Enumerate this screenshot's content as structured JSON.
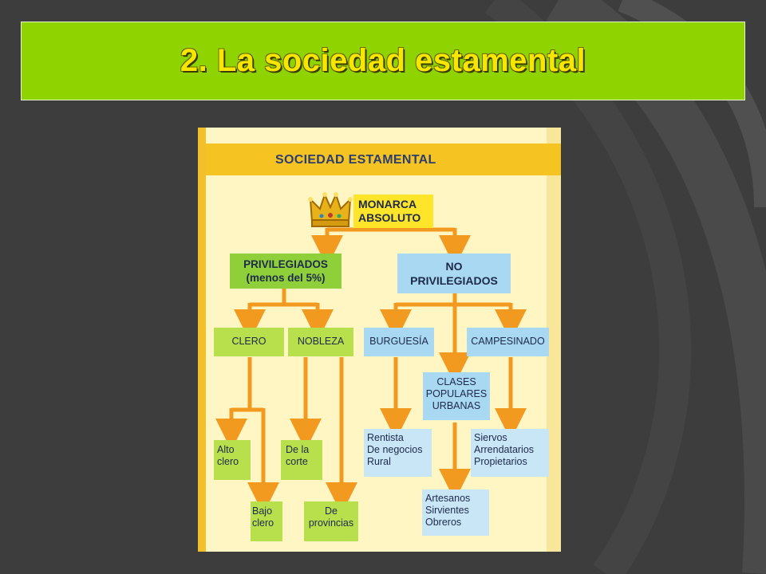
{
  "slide": {
    "title": "2. La sociedad estamental"
  },
  "diagram": {
    "heading": "SOCIEDAD ESTAMENTAL",
    "monarca": {
      "line1": "MONARCA",
      "line2": "ABSOLUTO"
    },
    "privilegiados": {
      "line1": "PRIVILEGIADOS",
      "line2": "(menos del 5%)"
    },
    "no_privilegiados": {
      "line1": "NO",
      "line2": "PRIVILEGIADOS"
    },
    "clero": "CLERO",
    "nobleza": "NOBLEZA",
    "burguesia": "BURGUESÍA",
    "campesinado": "CAMPESINADO",
    "clases_populares": {
      "line1": "CLASES",
      "line2": "POPULARES",
      "line3": "URBANAS"
    },
    "alto_clero": {
      "line1": "Alto",
      "line2": "clero"
    },
    "bajo_clero": {
      "line1": "Bajo",
      "line2": "clero"
    },
    "de_la_corte": {
      "line1": "De la",
      "line2": "corte"
    },
    "de_provincias": {
      "line1": "De",
      "line2": "provincias"
    },
    "burguesia_tipos": {
      "line1": "Rentista",
      "line2": "De negocios",
      "line3": "Rural"
    },
    "campesinado_tipos": {
      "line1": "Siervos",
      "line2": "Arrendatarios",
      "line3": "Propietarios"
    },
    "urbanas_tipos": {
      "line1": "Artesanos",
      "line2": "Sirvientes",
      "line3": "Obreros"
    }
  },
  "colors": {
    "background": "#3d3d3d",
    "title_band": "#8fd400",
    "title_text": "#f7e600",
    "arrow": "#f29a1f",
    "green_box": "#b7e04c",
    "blue_box": "#a9d8f2",
    "crown_box": "#ffe52a"
  }
}
